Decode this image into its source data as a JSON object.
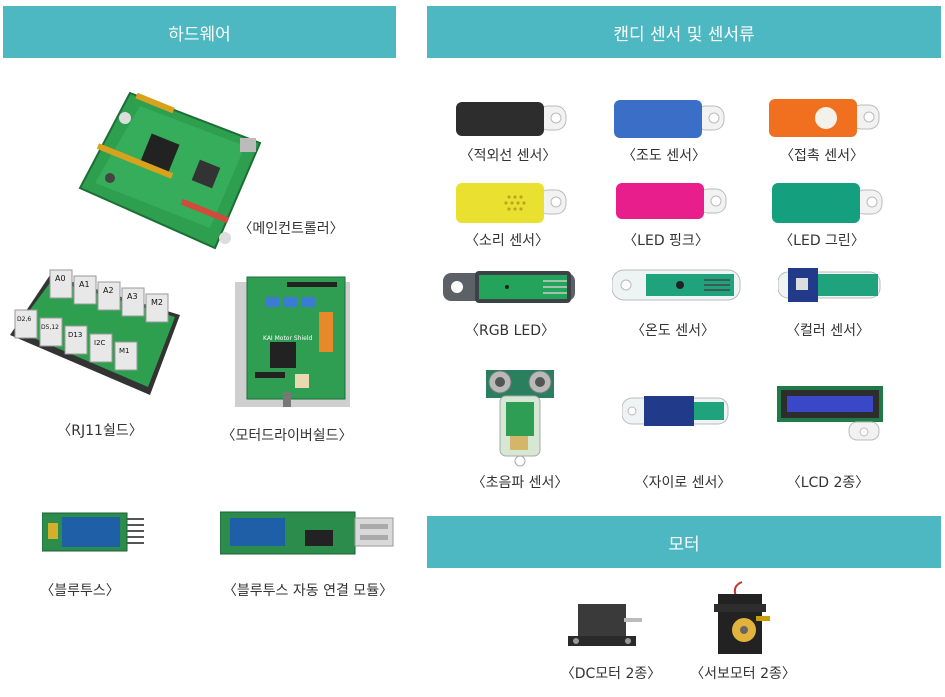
{
  "sections": {
    "hardware": "하드웨어",
    "sensors": "캔디 센서 및 센서류",
    "motors": "모터"
  },
  "hardware_items": {
    "main_controller": "〈메인컨트롤러〉",
    "rj11_shield": "〈RJ11쉴드〉",
    "motor_driver_shield": "〈모터드라이버쉴드〉",
    "bluetooth": "〈블루투스〉",
    "bluetooth_auto_connect": "〈블루투스 자동 연결 모듈〉"
  },
  "rj11_ports": [
    "A0",
    "A1",
    "A2",
    "A3",
    "M2",
    "D2,6",
    "D5,12",
    "D13",
    "I2C",
    "M1"
  ],
  "motor_shield_text": "KAI Motor Shield",
  "sensor_items": {
    "infrared": "〈적외선 센서〉",
    "light": "〈조도 센서〉",
    "touch": "〈접촉 센서〉",
    "sound": "〈소리 센서〉",
    "led_pink": "〈LED 핑크〉",
    "led_green": "〈LED 그린〉",
    "rgb_led": "〈RGB LED〉",
    "temperature": "〈온도 센서〉",
    "color": "〈컬러 센서〉",
    "ultrasonic": "〈초음파 센서〉",
    "gyro": "〈자이로 센서〉",
    "lcd": "〈LCD 2종〉"
  },
  "motor_items": {
    "dc_motor": "〈DC모터 2종〉",
    "servo_motor": "〈서보모터 2종〉"
  },
  "colors": {
    "header": "#4db8c1",
    "pcb_green": "#2e9e4f",
    "candy_black": "#2d2d2d",
    "candy_blue": "#3b6fc7",
    "candy_orange": "#f07020",
    "candy_yellow": "#e9e030",
    "candy_pink": "#e81e8c",
    "candy_green": "#14a07e"
  }
}
